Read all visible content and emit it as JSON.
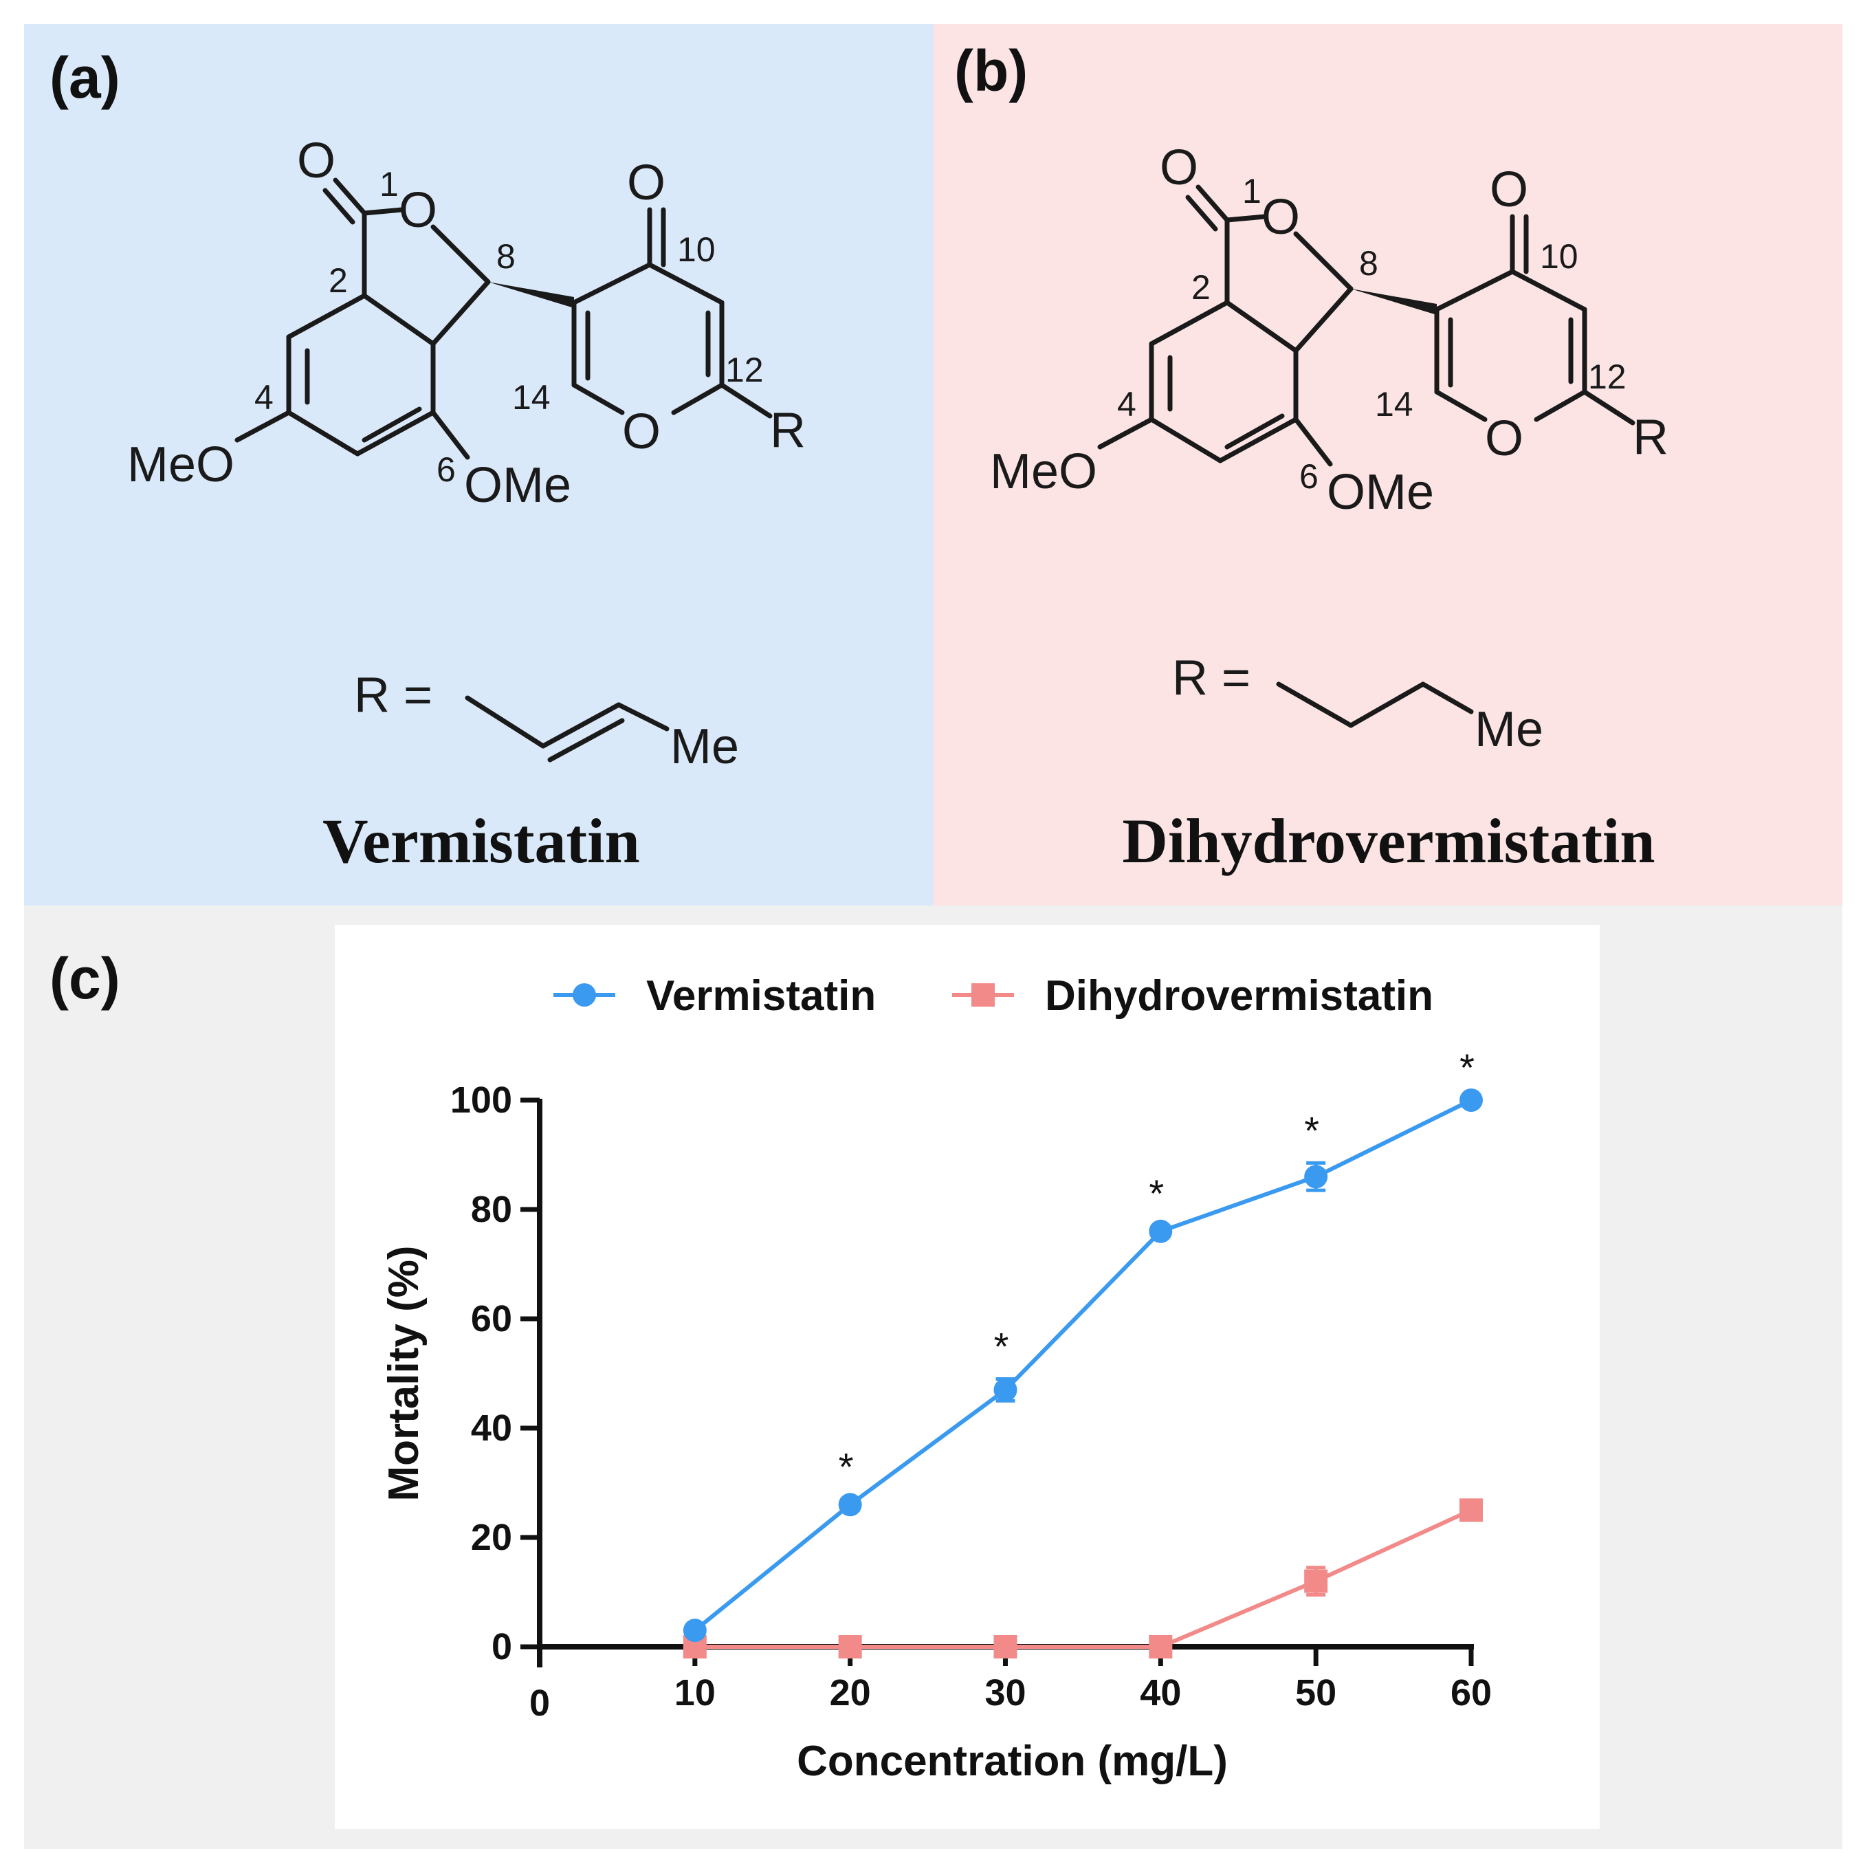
{
  "panels": {
    "a": {
      "label": "(a)",
      "compound": "Vermistatin",
      "r_group_prefix": "R =",
      "r_group_end": "Me"
    },
    "b": {
      "label": "(b)",
      "compound": "Dihydrovermistatin",
      "r_group_prefix": "R =",
      "r_group_end": "Me"
    },
    "c": {
      "label": "(c)"
    }
  },
  "structure": {
    "atoms": {
      "o_carbonyl_1": "O",
      "o_ring": "O",
      "o_carbonyl_10": "O",
      "o_pyran": "O",
      "meo": "MeO",
      "ome": "OMe",
      "r": "R"
    },
    "locants": [
      "1",
      "2",
      "4",
      "6",
      "8",
      "10",
      "12",
      "14"
    ]
  },
  "colors": {
    "panel_a_bg": "#dae9f9",
    "panel_b_bg": "#fce4e4",
    "panel_c_bg": "#f0f0f0",
    "vermistatin": "#3a9af0",
    "dihydrovermistatin": "#f28a8a"
  },
  "chart_data": {
    "type": "line",
    "xlabel": "Concentration (mg/L)",
    "ylabel": "Mortality (%)",
    "xlim": [
      0,
      60
    ],
    "ylim": [
      0,
      100
    ],
    "x_ticks": [
      0,
      10,
      20,
      30,
      40,
      50,
      60
    ],
    "y_ticks": [
      0,
      20,
      40,
      60,
      80,
      100
    ],
    "legend_position": "top",
    "x": [
      10,
      20,
      30,
      40,
      50,
      60
    ],
    "series": [
      {
        "name": "Vermistatin",
        "marker": "circle",
        "color": "#3a9af0",
        "values": [
          3,
          26,
          47,
          76,
          86,
          100
        ],
        "errors": [
          0,
          1,
          2,
          1,
          2.5,
          0
        ],
        "annotations": [
          "",
          "*",
          "*",
          "*",
          "*",
          "*"
        ]
      },
      {
        "name": "Dihydrovermistatin",
        "marker": "square",
        "color": "#f28a8a",
        "values": [
          0,
          0,
          0,
          0,
          12,
          25
        ],
        "errors": [
          0,
          0,
          0,
          0,
          2.5,
          1
        ]
      }
    ]
  }
}
